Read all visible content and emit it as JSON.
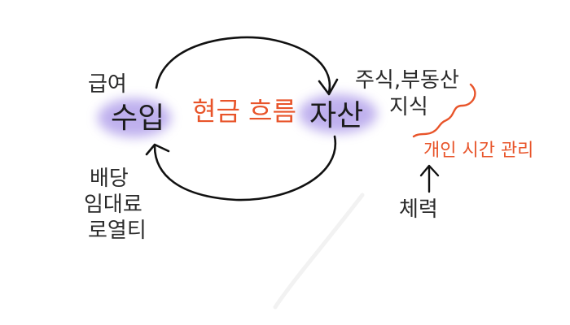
{
  "diagram": {
    "center_label": "현금 흐름",
    "income": {
      "label": "수입",
      "top_note": "급여",
      "bottom_notes": [
        "배당",
        "임대료",
        "로열티"
      ]
    },
    "assets": {
      "label": "자산",
      "note_line1": "주식,부동산",
      "note_line2": "지식"
    },
    "time_management": "개인 시간 관리",
    "stamina": "체력"
  },
  "colors": {
    "accent_orange": "#e8542a",
    "highlight_purple": "#8a6fe0",
    "ink": "#1c1c1c"
  }
}
